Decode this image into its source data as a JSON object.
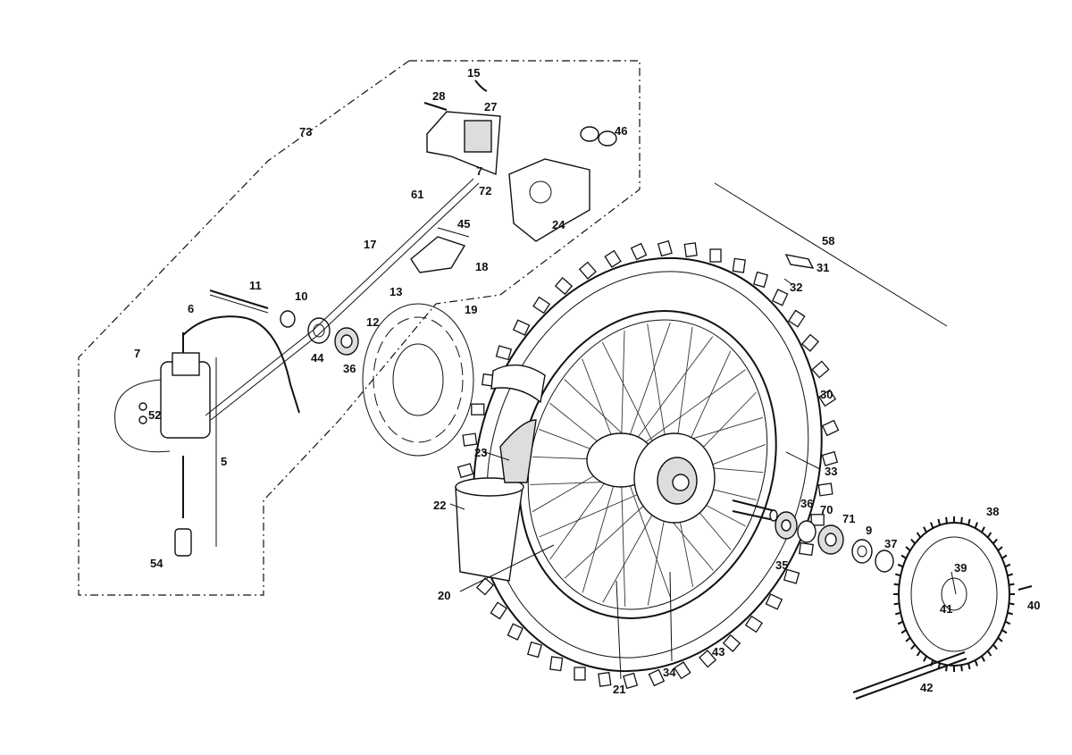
{
  "callouts": [
    {
      "id": "c73",
      "text": "73"
    },
    {
      "id": "c15",
      "text": "15"
    },
    {
      "id": "c28",
      "text": "28"
    },
    {
      "id": "c27",
      "text": "27"
    },
    {
      "id": "c46",
      "text": "46"
    },
    {
      "id": "c7a",
      "text": "7"
    },
    {
      "id": "c72",
      "text": "72"
    },
    {
      "id": "c61",
      "text": "61"
    },
    {
      "id": "c24",
      "text": "24"
    },
    {
      "id": "c45",
      "text": "45"
    },
    {
      "id": "c17",
      "text": "17"
    },
    {
      "id": "c18",
      "text": "18"
    },
    {
      "id": "c58",
      "text": "58"
    },
    {
      "id": "c31",
      "text": "31"
    },
    {
      "id": "c32",
      "text": "32"
    },
    {
      "id": "c11",
      "text": "11"
    },
    {
      "id": "c10",
      "text": "10"
    },
    {
      "id": "c13",
      "text": "13"
    },
    {
      "id": "c19",
      "text": "19"
    },
    {
      "id": "c6",
      "text": "6"
    },
    {
      "id": "c12",
      "text": "12"
    },
    {
      "id": "c7b",
      "text": "7"
    },
    {
      "id": "c44",
      "text": "44"
    },
    {
      "id": "c36a",
      "text": "36"
    },
    {
      "id": "c52",
      "text": "52"
    },
    {
      "id": "c30",
      "text": "30"
    },
    {
      "id": "c5",
      "text": "5"
    },
    {
      "id": "c23",
      "text": "23"
    },
    {
      "id": "c33",
      "text": "33"
    },
    {
      "id": "c22",
      "text": "22"
    },
    {
      "id": "c36b",
      "text": "36"
    },
    {
      "id": "c70",
      "text": "70"
    },
    {
      "id": "c71",
      "text": "71"
    },
    {
      "id": "c9",
      "text": "9"
    },
    {
      "id": "c38",
      "text": "38"
    },
    {
      "id": "c37",
      "text": "37"
    },
    {
      "id": "c54",
      "text": "54"
    },
    {
      "id": "c35",
      "text": "35"
    },
    {
      "id": "c39",
      "text": "39"
    },
    {
      "id": "c20",
      "text": "20"
    },
    {
      "id": "c41",
      "text": "41"
    },
    {
      "id": "c40",
      "text": "40"
    },
    {
      "id": "c34",
      "text": "34"
    },
    {
      "id": "c43",
      "text": "43"
    },
    {
      "id": "c21",
      "text": "21"
    },
    {
      "id": "c42",
      "text": "42"
    }
  ]
}
